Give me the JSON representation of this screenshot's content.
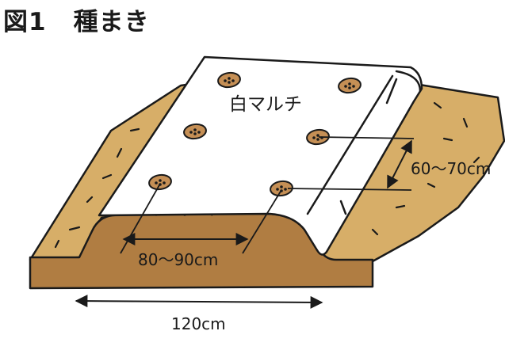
{
  "figure": {
    "number": "図1",
    "title": "種まき"
  },
  "labels": {
    "mulch": "白マルチ",
    "plant_spacing": "80〜90cm",
    "row_spacing": "60〜70cm",
    "bed_width": "120cm"
  },
  "colors": {
    "soil_light": "#D7AE68",
    "soil_dark": "#B07D42",
    "mulch_white": "#FFFFFF",
    "seed": "#C58F55",
    "outline": "#1A1A1A"
  }
}
